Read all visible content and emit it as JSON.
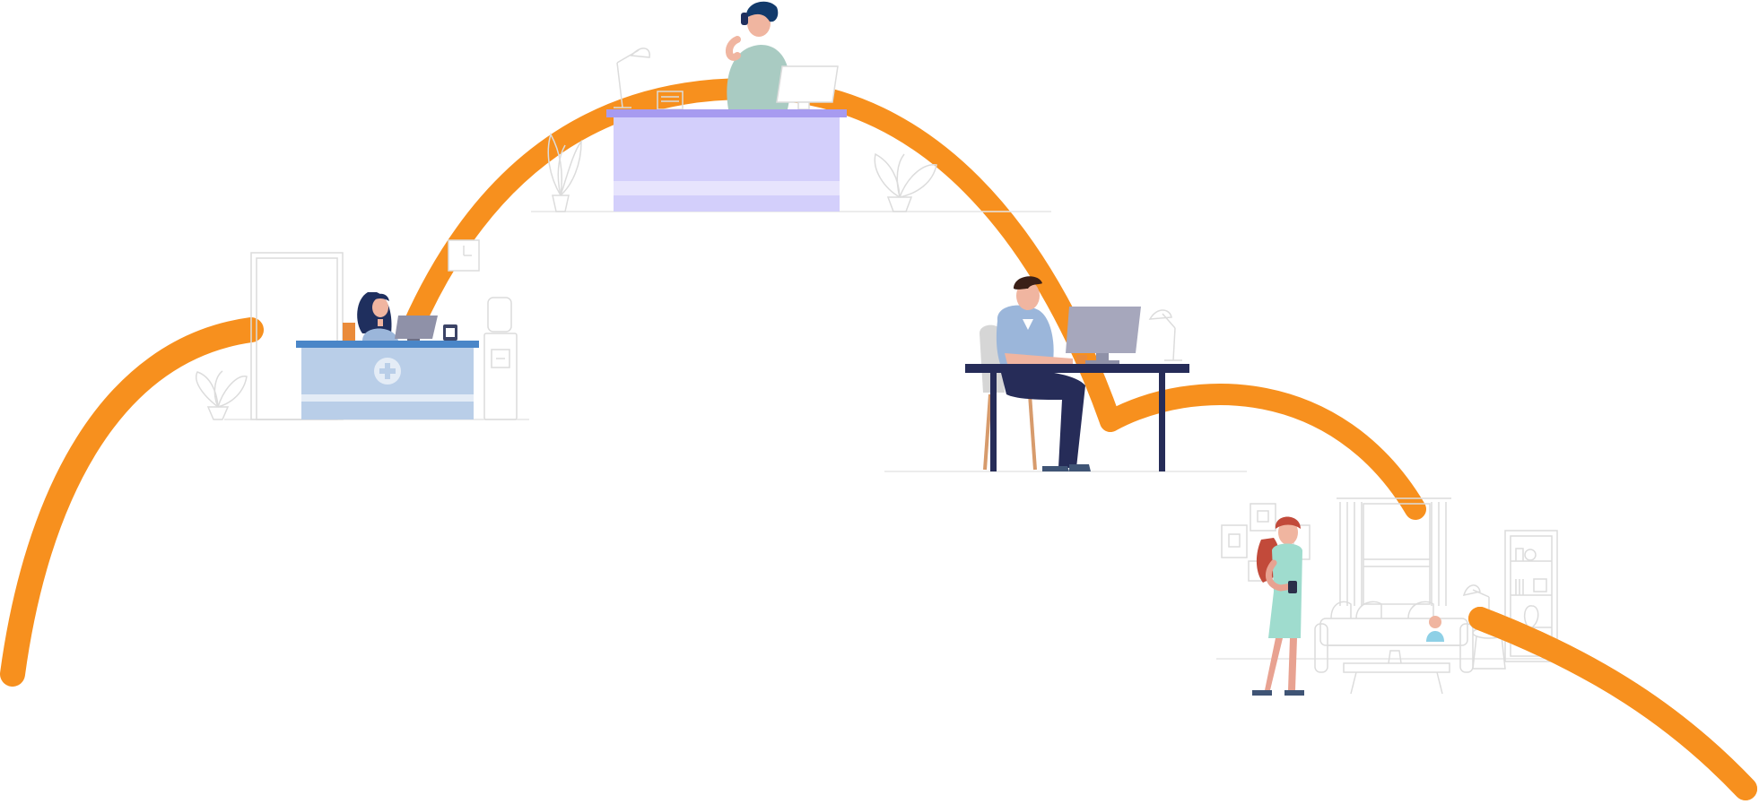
{
  "illustration": {
    "scenes": [
      {
        "scene": "clinic-reception",
        "figure": "receptionist"
      },
      {
        "scene": "front-desk-call",
        "figure": "agent-on-phone"
      },
      {
        "scene": "office-workstation",
        "figure": "office-worker"
      },
      {
        "scene": "home-living-room",
        "figure": "woman-with-phone"
      }
    ]
  },
  "colors": {
    "journey_path": "#F7901E",
    "clinic_desk": "#B9CEE8",
    "clinic_desk_top": "#4A86C8",
    "reception_desk": "#D3CFFB",
    "reception_desk_top": "#A79BF0",
    "office_desk": "#262C58",
    "monitor": "#A6A7BC",
    "line_art": "#DCDCDC"
  }
}
